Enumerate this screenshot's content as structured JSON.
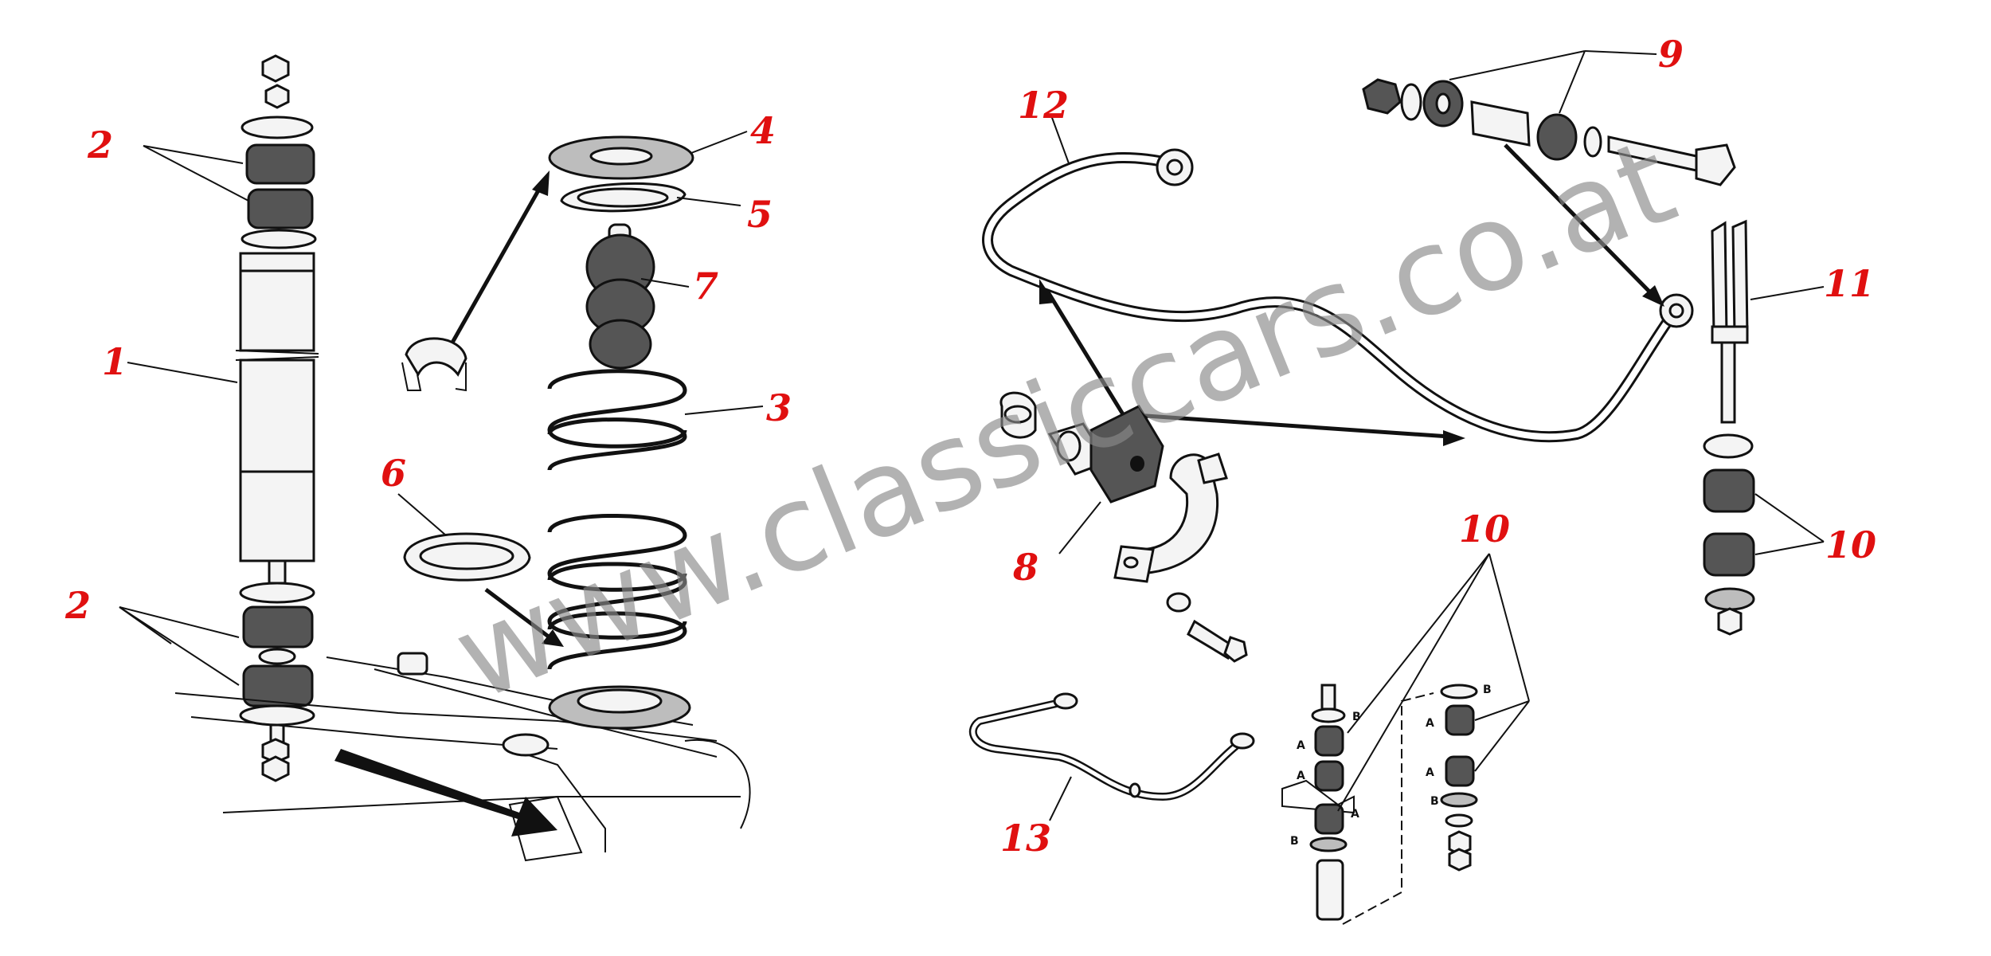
{
  "colors": {
    "label": "#e01010",
    "line": "#111111",
    "watermark": "#8a8a8a"
  },
  "watermark": "www.classiccars.co.at",
  "labels": {
    "l1": "1",
    "l2a": "2",
    "l2b": "2",
    "l3": "3",
    "l4": "4",
    "l5": "5",
    "l6": "6",
    "l7": "7",
    "l8": "8",
    "l9": "9",
    "l10a": "10",
    "l10b": "10",
    "l11": "11",
    "l12": "12",
    "l13": "13"
  },
  "small_labels": {
    "a": "A",
    "b": "B"
  }
}
